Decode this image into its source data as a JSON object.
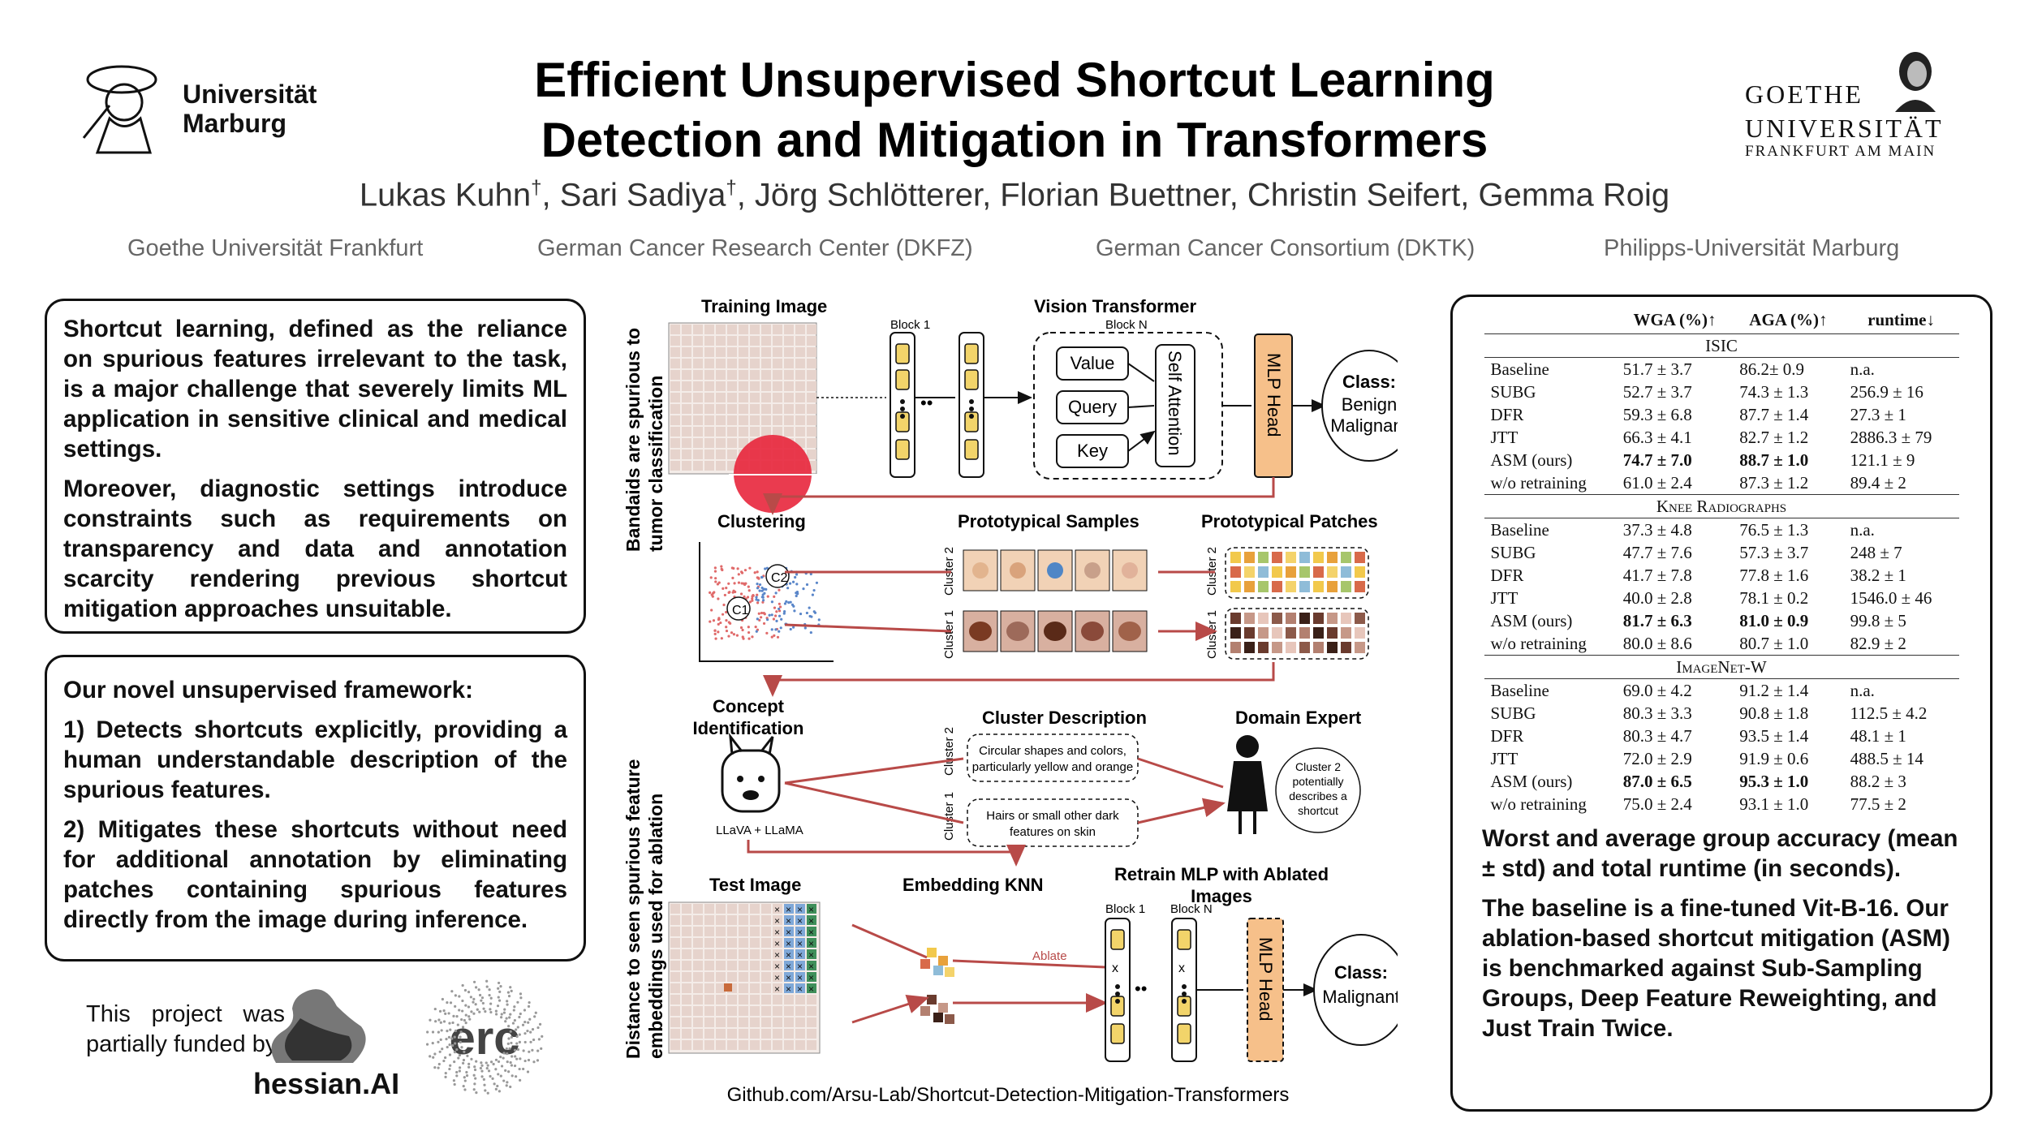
{
  "header": {
    "title_line1": "Efficient Unsupervised Shortcut Learning",
    "title_line2": "Detection and Mitigation in Transformers",
    "authors": [
      {
        "name": "Lukas Kuhn",
        "mark": "†"
      },
      {
        "name": "Sari Sadiya",
        "mark": "†"
      },
      {
        "name": "Jörg Schlötterer",
        "mark": ""
      },
      {
        "name": "Florian Buettner",
        "mark": ""
      },
      {
        "name": "Christin Seifert",
        "mark": ""
      },
      {
        "name": "Gemma Roig",
        "mark": ""
      }
    ],
    "affiliations": [
      "Goethe Universität Frankfurt",
      "German Cancer Research Center (DKFZ)",
      "German Cancer Consortium (DKTK)",
      "Philipps-Universität Marburg"
    ]
  },
  "logos": {
    "marburg": {
      "line1": "Universität",
      "line2": "Marburg"
    },
    "goethe": {
      "line1": "GOETHE",
      "line2": "UNIVERSITÄT",
      "line3": "FRANKFURT AM MAIN"
    },
    "hessian": "hessian.AI",
    "erc": "erc"
  },
  "left": {
    "box1": [
      "Shortcut learning, defined as the reliance on spurious features irrelevant to the task, is a major challenge that severely limits ML application in sensitive clinical and medical settings.",
      "Moreover, diagnostic settings introduce constraints such as requirements on transparency and data and annotation scarcity rendering previous shortcut mitigation approaches unsuitable."
    ],
    "box2": [
      "Our novel unsupervised framework:",
      "1) Detects shortcuts explicitly, providing a human understandable description of the spurious features.",
      "2) Mitigates these shortcuts without need for additional annotation by eliminating patches containing spurious features directly from the image during inference."
    ],
    "funding": "This project was partially funded by:"
  },
  "figure": {
    "side_label_top": [
      "Bandaids are spurious to",
      "tumor classification"
    ],
    "side_label_bottom": [
      "Distance to seen spurious feature",
      "embeddings used for ablation"
    ],
    "training_image": "Training Image",
    "block1": "Block 1",
    "blockN": "Block N",
    "vision_transformer": "Vision Transformer",
    "value": "Value",
    "query": "Query",
    "key": "Key",
    "self_attention": "Self Attention",
    "mlp_head": "MLP Head",
    "class_label": "Class:",
    "class_options": [
      "Benign",
      "Malignant"
    ],
    "clustering": "Clustering",
    "c1": "C1",
    "c2": "C2",
    "prototypical_samples": "Prototypical Samples",
    "prototypical_patches": "Prototypical Patches",
    "cluster1": "Cluster 1",
    "cluster2": "Cluster 2",
    "concept_identification": [
      "Concept",
      "Identification"
    ],
    "llava": "LLaVA + LLaMA",
    "cluster_description": "Cluster Description",
    "desc2": [
      "Circular shapes and colors,",
      "particularly yellow and orange"
    ],
    "desc1": [
      "Hairs or small other dark",
      "features on skin"
    ],
    "domain_expert": "Domain Expert",
    "speech": [
      "Cluster 2",
      "potentially",
      "describes a",
      "shortcut"
    ],
    "test_image": "Test Image",
    "embedding_knn": "Embedding KNN",
    "ablate": "Ablate",
    "retrain": [
      "Retrain MLP with Ablated",
      "Images"
    ],
    "class_result": "Malignant",
    "github": "Github.com/Arsu-Lab/Shortcut-Detection-Mitigation-Transformers"
  },
  "table": {
    "headers": [
      "",
      "WGA (%)↑",
      "AGA (%)↑",
      "runtime↓"
    ],
    "sections": [
      {
        "name": "ISIC",
        "rows": [
          {
            "method": "Baseline",
            "wga": "51.7 ± 3.7",
            "aga": "86.2± 0.9",
            "rt": "n.a.",
            "bold": false
          },
          {
            "method": "SUBG",
            "wga": "52.7 ± 3.7",
            "aga": "74.3 ± 1.3",
            "rt": "256.9 ± 16",
            "bold": false
          },
          {
            "method": "DFR",
            "wga": "59.3 ± 6.8",
            "aga": "87.7 ± 1.4",
            "rt": "27.3 ± 1",
            "bold": false
          },
          {
            "method": "JTT",
            "wga": "66.3 ± 4.1",
            "aga": "82.7 ± 1.2",
            "rt": "2886.3 ± 79",
            "bold": false
          },
          {
            "method": "ASM (ours)",
            "wga": "74.7 ± 7.0",
            "aga": "88.7 ± 1.0",
            "rt": "121.1 ± 9",
            "bold": true
          },
          {
            "method": "w/o retraining",
            "wga": "61.0 ± 2.4",
            "aga": "87.3 ± 1.2",
            "rt": "89.4 ± 2",
            "bold": false
          }
        ]
      },
      {
        "name": "Knee Radiographs",
        "rows": [
          {
            "method": "Baseline",
            "wga": "37.3 ± 4.8",
            "aga": "76.5 ± 1.3",
            "rt": "n.a.",
            "bold": false
          },
          {
            "method": "SUBG",
            "wga": "47.7 ± 7.6",
            "aga": "57.3 ± 3.7",
            "rt": "248 ± 7",
            "bold": false
          },
          {
            "method": "DFR",
            "wga": "41.7 ± 7.8",
            "aga": "77.8 ± 1.6",
            "rt": "38.2 ± 1",
            "bold": false
          },
          {
            "method": "JTT",
            "wga": "40.0 ± 2.8",
            "aga": "78.1 ± 0.2",
            "rt": "1546.0 ± 46",
            "bold": false
          },
          {
            "method": "ASM (ours)",
            "wga": "81.7 ± 6.3",
            "aga": "81.0 ± 0.9",
            "rt": "99.8 ± 5",
            "bold": true
          },
          {
            "method": "w/o retraining",
            "wga": "80.0 ± 8.6",
            "aga": "80.7 ± 1.0",
            "rt": "82.9 ± 2",
            "bold": false
          }
        ]
      },
      {
        "name": "ImageNet-W",
        "rows": [
          {
            "method": "Baseline",
            "wga": "69.0 ± 4.2",
            "aga": "91.2 ± 1.4",
            "rt": "n.a.",
            "bold": false
          },
          {
            "method": "SUBG",
            "wga": "80.3 ± 3.3",
            "aga": "90.8 ± 1.8",
            "rt": "112.5 ± 4.2",
            "bold": false
          },
          {
            "method": "DFR",
            "wga": "80.3 ± 4.7",
            "aga": "93.5 ± 1.4",
            "rt": "48.1 ± 1",
            "bold": false
          },
          {
            "method": "JTT",
            "wga": "72.0 ± 2.9",
            "aga": "91.9 ± 0.6",
            "rt": "488.5 ± 14",
            "bold": false
          },
          {
            "method": "ASM (ours)",
            "wga": "87.0 ± 6.5",
            "aga": "95.3 ± 1.0",
            "rt": "88.2 ± 3",
            "bold": true
          },
          {
            "method": "w/o retraining",
            "wga": "75.0 ± 2.4",
            "aga": "93.1 ± 1.0",
            "rt": "77.5 ± 2",
            "bold": false
          }
        ]
      }
    ],
    "caption1": "Worst and average group accuracy (mean ± std) and total runtime (in seconds).",
    "caption2": "The baseline is a fine-tuned Vit-B-16. Our ablation-based shortcut mitigation (ASM) is benchmarked against Sub-Sampling Groups, Deep Feature Reweighting, and Just Train Twice."
  },
  "colors": {
    "accent_red": "#b84a48",
    "ink": "#111111",
    "mlp_orange": "#f6c08a",
    "patch_yellow": "#f2d46a"
  }
}
